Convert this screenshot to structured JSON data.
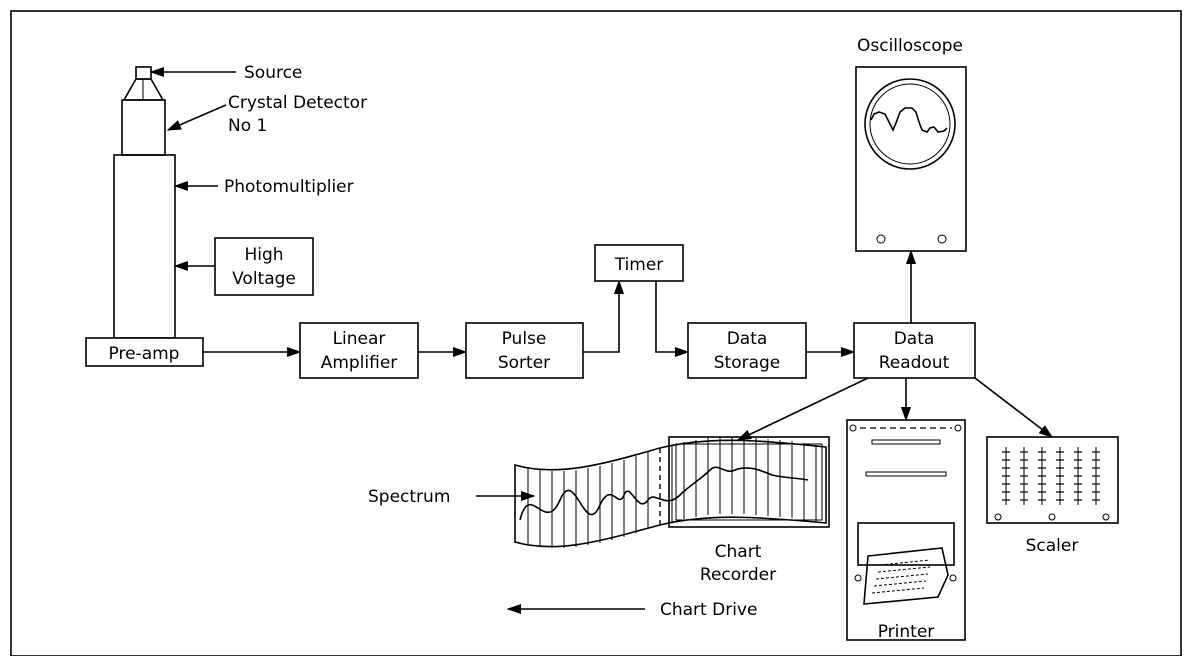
{
  "labels": {
    "source": "Source",
    "crystal_detector_1": "Crystal Detector",
    "crystal_detector_2": "No 1",
    "photomultiplier": "Photomultiplier",
    "high_voltage_1": "High",
    "high_voltage_2": "Voltage",
    "preamp": "Pre-amp",
    "linear_amplifier_1": "Linear",
    "linear_amplifier_2": "Amplifier",
    "pulse_sorter_1": "Pulse",
    "pulse_sorter_2": "Sorter",
    "timer": "Timer",
    "data_storage_1": "Data",
    "data_storage_2": "Storage",
    "data_readout_1": "Data",
    "data_readout_2": "Readout",
    "oscilloscope": "Oscilloscope",
    "spectrum": "Spectrum",
    "chart_recorder_1": "Chart",
    "chart_recorder_2": "Recorder",
    "printer": "Printer",
    "scaler": "Scaler",
    "chart_drive": "Chart Drive"
  }
}
